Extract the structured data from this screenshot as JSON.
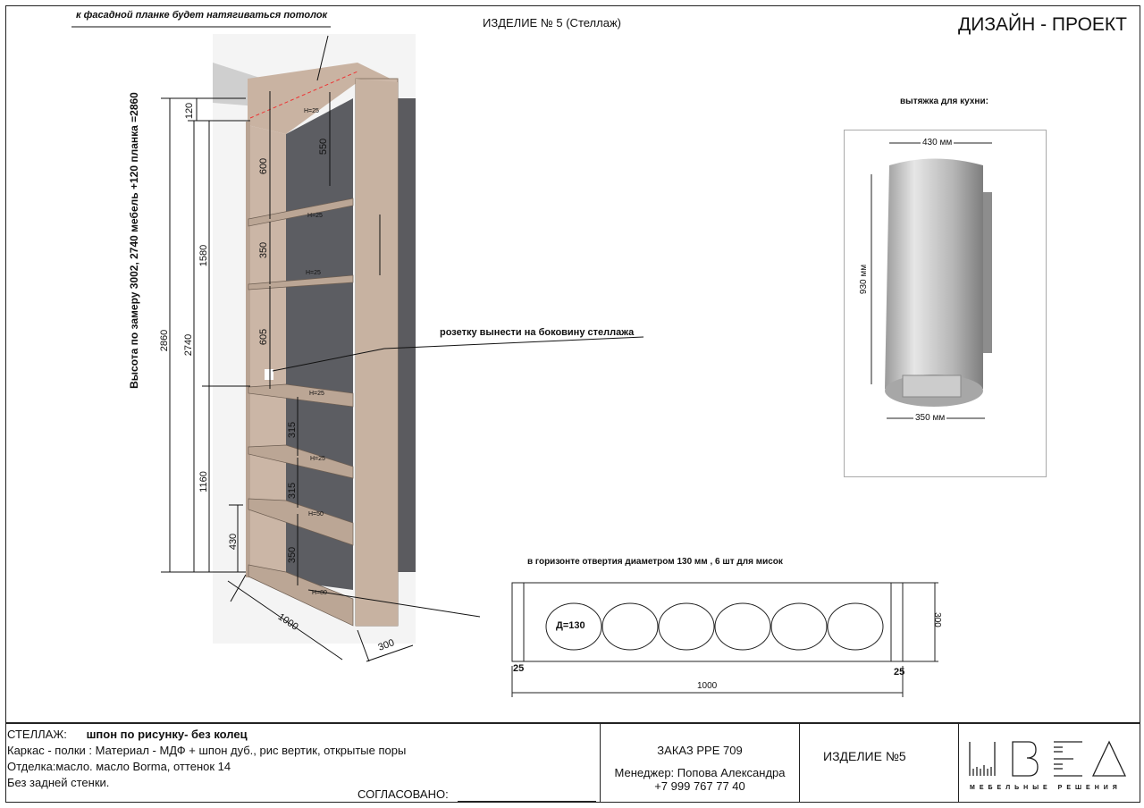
{
  "header": {
    "top_note": "к фасадной планке будет натягиваться потолок",
    "product_title": "ИЗДЕЛИЕ № 5 (Стеллаж)",
    "design_title": "ДИЗАЙН - ПРОЕКТ"
  },
  "shelf": {
    "height_note": "Высота по замеру 3002, 2740 мебель +120 планка =2860",
    "dims": {
      "d2860": "2860",
      "d2740": "2740",
      "d1580": "1580",
      "d1160": "1160",
      "d120": "120",
      "d430": "430",
      "d600": "600",
      "d550": "550",
      "d350a": "350",
      "d605": "605",
      "d315a": "315",
      "d315b": "315",
      "d350b": "350",
      "width": "1000",
      "depth": "300"
    },
    "shelf_heights": [
      "H=25",
      "H=25",
      "H=25",
      "H=25",
      "H=25",
      "H=50",
      "H=80"
    ],
    "socket_note": "розетку вынести на боковину стеллажа"
  },
  "hood": {
    "title": "вытяжка для кухни:",
    "width_top": "430 мм",
    "height": "930 мм",
    "width_bottom": "350 мм"
  },
  "panel": {
    "note": "в горизонте отвертия диаметром 130 мм , 6 шт для мисок",
    "hole_label": "Д=130",
    "height": "300",
    "width": "1000",
    "left_edge": "25",
    "right_edge": "25",
    "hole_count": 6
  },
  "footer": {
    "label": "СТЕЛЛАЖ:",
    "finish_bold": "шпон по рисунку- без колец",
    "line1": "Каркас - полки : Материал - МДФ + шпон дуб., рис вертик, открытые поры",
    "line2": "Отделка:масло. масло Borma, оттенок 14",
    "line3": "Без задней стенки.",
    "approved": "СОГЛАСОВАНО:",
    "order": "ЗАКАЗ PPE 709",
    "manager": "Менеджер: Попова Александра",
    "phone": "+7 999 767 77 40",
    "item": "ИЗДЕЛИЕ №5",
    "logo_text": "ШBEA",
    "logo_sub": "МЕБЕЛЬНЫЕ РЕШЕНИЯ"
  }
}
